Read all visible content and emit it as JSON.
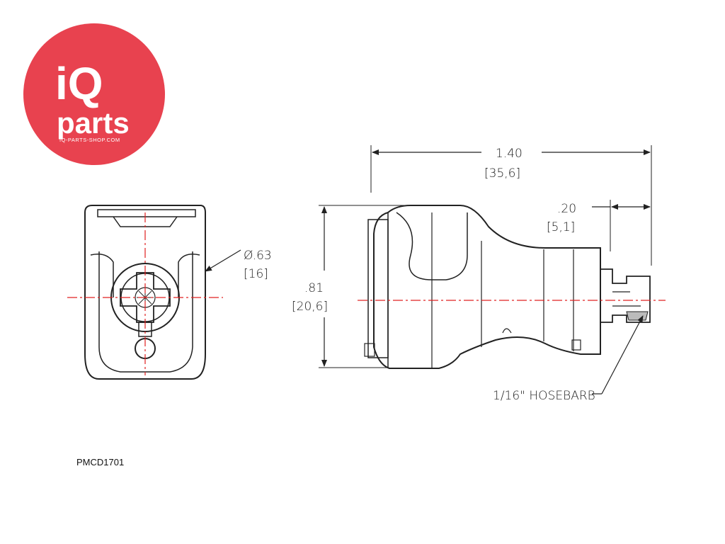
{
  "logo": {
    "text_top": "iQ",
    "text_bottom": "parts",
    "url": "IQ-PARTS-SHOP.COM",
    "background_color": "#e8424f",
    "text_color": "#ffffff"
  },
  "dimensions": {
    "overall_length_in": "1.40",
    "overall_length_mm": "[35,6]",
    "barb_length_in": ".20",
    "barb_length_mm": "[5,1]",
    "height_in": ".81",
    "height_mm": "[20,6]",
    "diameter_in": "Ø.63",
    "diameter_mm": "[16]"
  },
  "callout": {
    "hosebarb_label": "1/16\" HOSEBARB"
  },
  "part_code": "PMCD1701",
  "colors": {
    "line": "#222222",
    "centerline": "#e02020"
  }
}
